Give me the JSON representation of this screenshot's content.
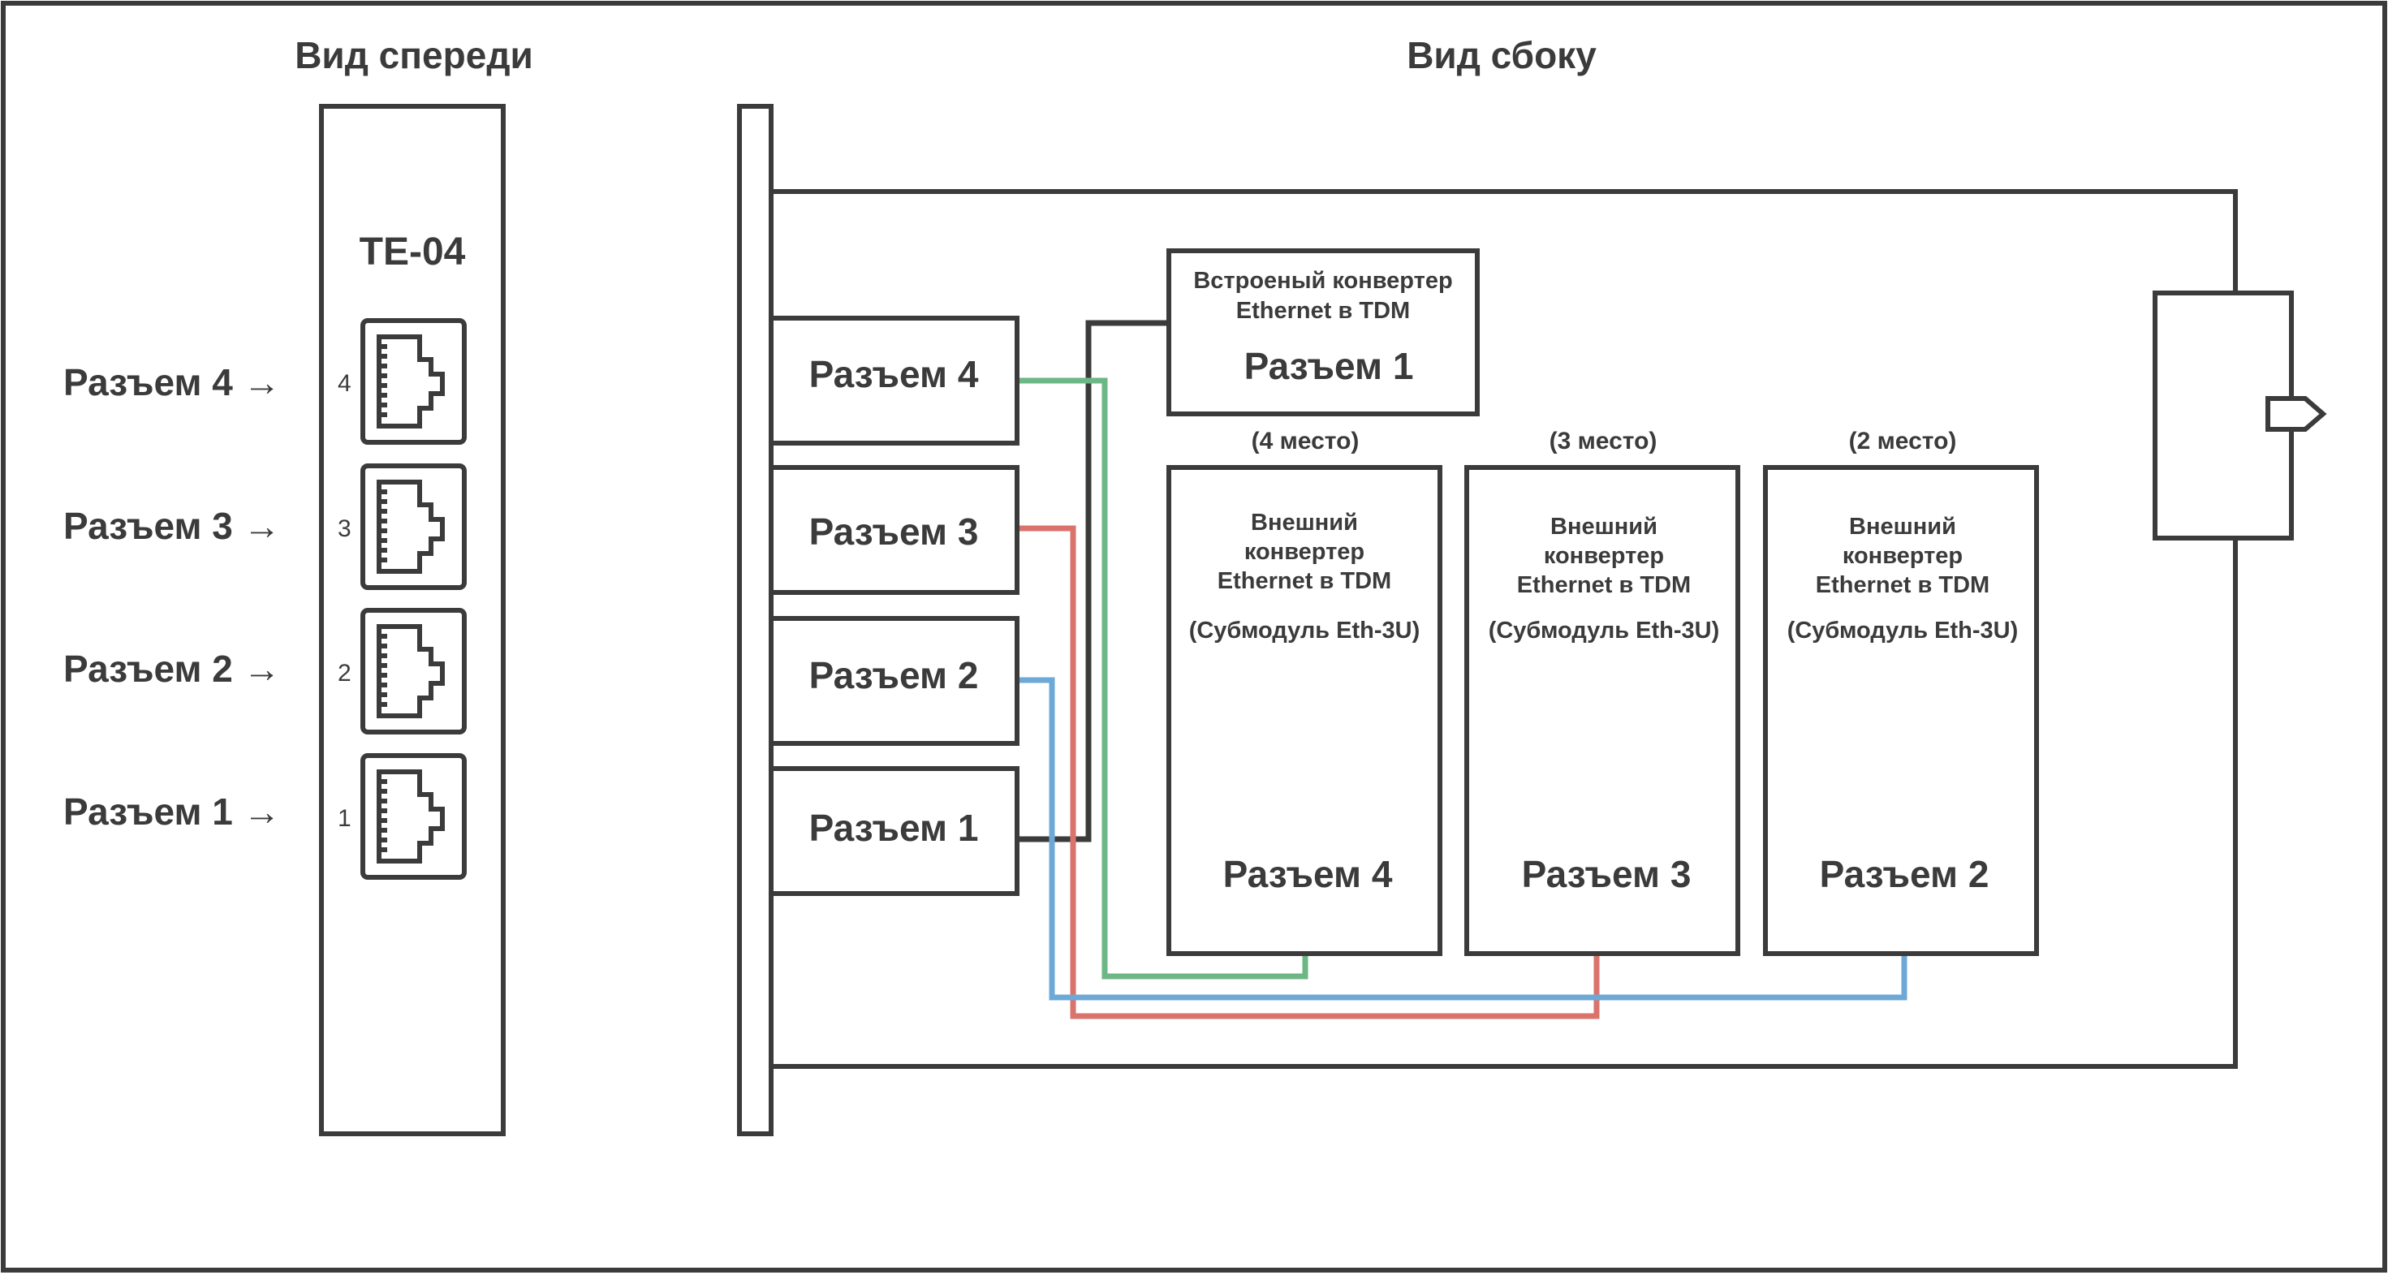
{
  "front_view": {
    "title": "Вид спереди",
    "model": "TE-04",
    "ports": [
      {
        "label": "Разъем 4 →",
        "number": "4"
      },
      {
        "label": "Разъем 3 →",
        "number": "3"
      },
      {
        "label": "Разъем 2 →",
        "number": "2"
      },
      {
        "label": "Разъем 1 →",
        "number": "1"
      }
    ]
  },
  "side_view": {
    "title": "Вид сбоку",
    "panel_connectors": [
      "Разъем 4",
      "Разъем 3",
      "Разъем 2",
      "Разъем 1"
    ],
    "builtin_converter": {
      "line1": "Встроеный конвертер",
      "line2": "Ethernet в TDM",
      "connector": "Разъем 1"
    },
    "external_converters": [
      {
        "place": "(4 место)",
        "line1": "Внешний",
        "line2": "конвертер",
        "line3": "Ethernet в TDM",
        "submodule": "(Субмодуль Eth-3U)",
        "connector": "Разъем 4"
      },
      {
        "place": "(3 место)",
        "line1": "Внешний",
        "line2": "конвертер",
        "line3": "Ethernet в TDM",
        "submodule": "(Субмодуль Eth-3U)",
        "connector": "Разъем 3"
      },
      {
        "place": "(2 место)",
        "line1": "Внешний",
        "line2": "конвертер",
        "line3": "Ethernet в TDM",
        "submodule": "(Субмодуль Eth-3U)",
        "connector": "Разъем 2"
      }
    ]
  },
  "colors": {
    "outline": "#3b3b3b",
    "wire_green": "#6db686",
    "wire_red": "#d9736c",
    "wire_blue": "#6ea8d6",
    "wire_dark": "#3b3b3b"
  }
}
